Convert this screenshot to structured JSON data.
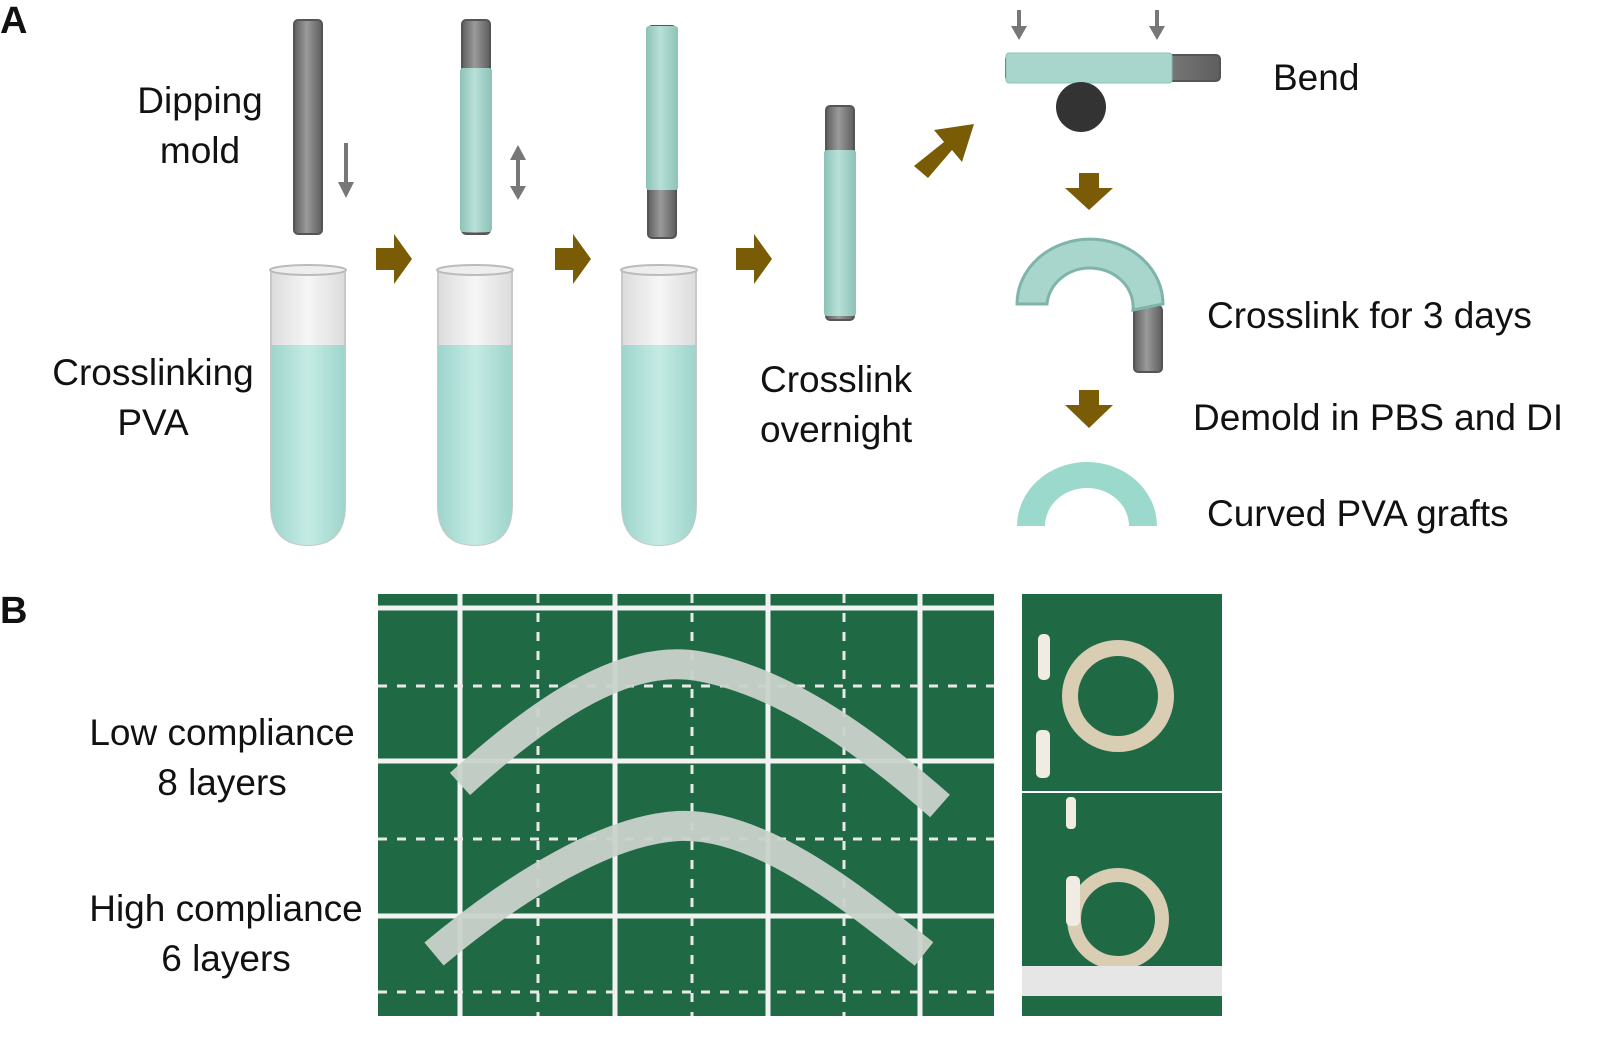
{
  "panels": {
    "a": "A",
    "b": "B"
  },
  "panel_a": {
    "dipping_mold": [
      "Dipping",
      "mold"
    ],
    "crosslinking_pva": [
      "Crosslinking",
      "PVA"
    ],
    "crosslink_overnight": [
      "Crosslink",
      "overnight"
    ],
    "bend": "Bend",
    "crosslink_days": "Crosslink for 3 days",
    "demold": "Demold in PBS and DI",
    "curved_grafts": "Curved PVA grafts"
  },
  "panel_b": {
    "low": [
      "Low compliance",
      "8 layers"
    ],
    "high": [
      "High compliance",
      "6 layers"
    ]
  },
  "colors": {
    "rod": "#7a7a7a",
    "rod_dark": "#555555",
    "coating": "#a8d5cc",
    "liquid": "#b6e3dc",
    "arrow": "#7a5c06",
    "mat": "#1f6a45",
    "grid": "#f4f4f4"
  }
}
